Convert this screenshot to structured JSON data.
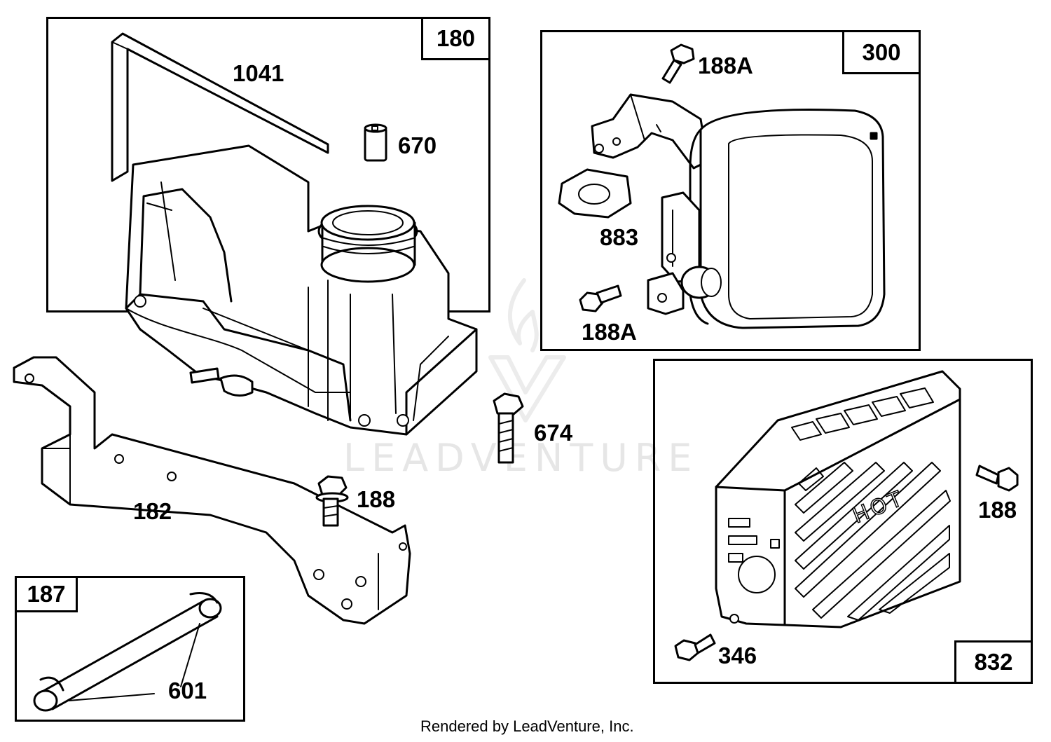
{
  "watermark_text": "LEADVENTURE",
  "footer": "Rendered by LeadVenture, Inc.",
  "boxes": {
    "box_180": "180",
    "box_300": "300",
    "box_187": "187",
    "box_832": "832"
  },
  "parts": {
    "p1041": "1041",
    "p670": "670",
    "p182": "182",
    "p674": "674",
    "p188_center": "188",
    "p188A_top": "188A",
    "p883": "883",
    "p188A_bottom": "188A",
    "p188_right": "188",
    "p346": "346",
    "p601": "601",
    "hot_text": "HOT"
  }
}
